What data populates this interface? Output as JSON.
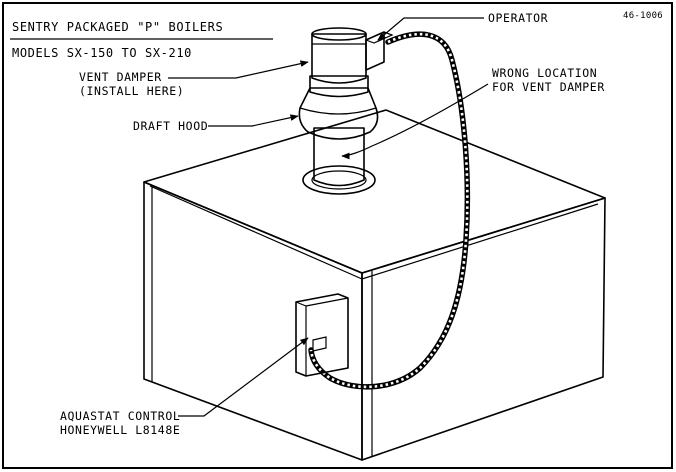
{
  "drawing_number": "46-1006",
  "title_line1": "SENTRY PACKAGED \"P\" BOILERS",
  "title_line2": "MODELS SX-150 TO SX-210",
  "labels": {
    "operator": "OPERATOR",
    "vent_damper_line1": "VENT DAMPER",
    "vent_damper_line2": "(INSTALL HERE)",
    "wrong_location_line1": "WRONG LOCATION",
    "wrong_location_line2": "FOR VENT DAMPER",
    "draft_hood": "DRAFT HOOD",
    "aquastat_line1": "AQUASTAT CONTROL",
    "aquastat_line2": "HONEYWELL L8148E"
  }
}
